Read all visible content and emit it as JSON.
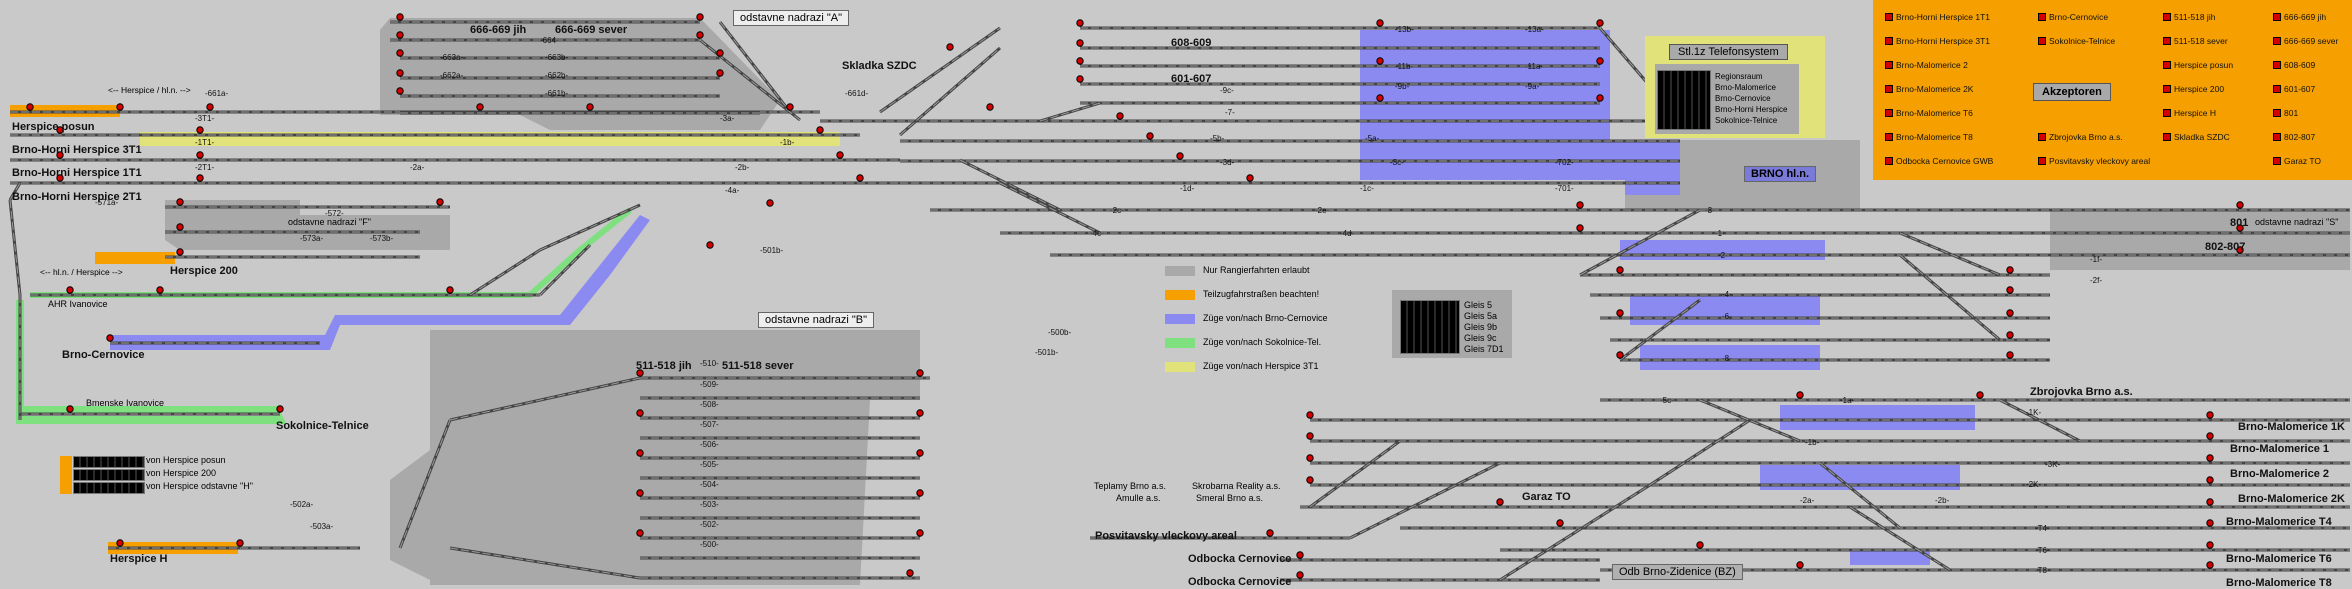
{
  "colors": {
    "background": "#c9c9c9",
    "rangier_gray": "#a9a9a9",
    "teilzug_orange": "#f5a000",
    "cernovice_blue": "#8a8af0",
    "sokolnice_green": "#7ee07e",
    "herspice_yellow": "#e2e27a",
    "akzeptoren_orange": "#f5a000",
    "track": "#444444",
    "signal_red": "#d40000"
  },
  "areas": {
    "odstavne_a": "odstavne nadrazi \"A\"",
    "odstavne_b": "odstavne nadrazi \"B\"",
    "odstavne_f": "odstavne nadrazi \"F\"",
    "odstavne_s": "odstavne nadrazi \"S\"",
    "brno_hln": "BRNO hl.n.",
    "odb_zidenice": "Odb Brno-Zidenice (BZ)"
  },
  "stations": {
    "herspice_posun": "Herspice posun",
    "herspice_3t1": "Brno-Horni Herspice 3T1",
    "herspice_1t1": "Brno-Horni Herspice 1T1",
    "herspice_2t1": "Brno-Horni Herspice 2T1",
    "herspice_200": "Herspice 200",
    "ahr_ivanovice": "AHR Ivanovice",
    "brno_cernovice": "Brno-Cernovice",
    "bmenske_ivanovice": "Bmenske Ivanovice",
    "sokolnice_telnice": "Sokolnice-Telnice",
    "herspice_h": "Herspice H",
    "skladka_szdc": "Skladka SZDC",
    "zbrojovka": "Zbrojovka Brno a.s.",
    "malomerice_1k": "Brno-Malomerice 1K",
    "malomerice_1": "Brno-Malomerice 1",
    "malomerice_2": "Brno-Malomerice 2",
    "malomerice_2k": "Brno-Malomerice 2K",
    "malomerice_t4": "Brno-Malomerice T4",
    "malomerice_t6": "Brno-Malomerice T6",
    "malomerice_t8": "Brno-Malomerice T8",
    "garaz_to": "Garaz TO",
    "posvitavsky": "Posvitavsky vleckovy areal",
    "odbocka_1": "Odbocka Cernovice",
    "odbocka_2": "Odbocka Cernovice",
    "teplamy": "Teplamy Brno a.s.",
    "amulle": "Amulle a.s.",
    "skrobarna": "Skrobarna Reality a.s.",
    "smeral": "Smeral Brno a.s."
  },
  "groups": {
    "g666_jih": "666-669 jih",
    "g666_sever": "666-669 sever",
    "g511_jih": "511-518 jih",
    "g511_sever": "511-518 sever",
    "g608": "608-609",
    "g601": "601-607",
    "g802": "802-807",
    "g801": "801"
  },
  "small_labels": {
    "herspice_hln_top": "<-- Herspice / hl.n. -->",
    "hln_herspice": "<-- hl.n. / Herspice -->"
  },
  "herspice_buttons": [
    "von Herspice posun",
    "von Herspice 200",
    "von Herspice odstavne \"H\""
  ],
  "track_numbers": {
    "t_664": "-664-",
    "t_663b": "-663b-",
    "t_663a": "-663a-",
    "t_662b": "-662b-",
    "t_662a": "-662a-",
    "t_661b": "-661b-",
    "t_661a": "-661a-",
    "t_661d": "-661d-",
    "t_3T1": "-3T1-",
    "t_1T1": "-1T1-",
    "t_2T1": "-2T1-",
    "t_3a": "-3a-",
    "t_1b": "-1b-",
    "t_2a": "-2a-",
    "t_2b": "-2b-",
    "t_4a": "-4a-",
    "t_571a": "-571a-",
    "t_572": "-572-",
    "t_573a": "-573a-",
    "t_573b": "-573b-",
    "t_501b": "-501b-",
    "t_510": "-510-",
    "t_509": "-509-",
    "t_508": "-508-",
    "t_507": "-507-",
    "t_506": "-506-",
    "t_505": "-505-",
    "t_504": "-504-",
    "t_503": "-503-",
    "t_502": "-502-",
    "t_500": "-500-",
    "t_502a": "-502a-",
    "t_503a": "-503a-",
    "t_500b": "-500b-",
    "t_501ba": "-501b-",
    "t_13b": "-13b-",
    "t_13a": "-13a-",
    "t_11b": "-11b-",
    "t_11a": "-11a-",
    "t_9b": "-9b-",
    "t_9a": "-9a-",
    "t_7": "-7-",
    "t_5b": "-5b-",
    "t_5a": "-5a-",
    "t_3d": "-3d-",
    "t_3c": "-3c-",
    "t_1d": "-1d-",
    "t_1c": "-1c-",
    "t_2c": "-2c-",
    "t_2e": "-2e-",
    "t_4c": "-4c-",
    "t_4d": "-4d-",
    "t_702": "-702-",
    "t_701": "-701-",
    "t_3": "-3-",
    "t_1": "-1-",
    "t_2": "-2-",
    "t_4": "-4-",
    "t_6": "-6-",
    "t_8": "-8-",
    "t_1a": "-1a-",
    "t_1K": "-1K-",
    "t_2K": "-2K-",
    "t_3K": "-3K-",
    "t_2a_r": "-2a-",
    "t_2b_r": "-2b-",
    "t_1b_r": "-1b-",
    "t_T4": "-T4-",
    "t_T6": "-T6-",
    "t_T8": "-T8-",
    "t_5c": "-5c-",
    "t_1f": "-1f-",
    "t_2f": "-2f-",
    "t_9c": "-9c-"
  },
  "legend": {
    "items": [
      {
        "label": "Nur Rangierfahrten erlaubt",
        "color": "#a9a9a9"
      },
      {
        "label": "Teilzugfahrstraßen beachten!",
        "color": "#f5a000"
      },
      {
        "label": "Züge von/nach Brno-Cernovice",
        "color": "#8a8af0"
      },
      {
        "label": "Züge von/nach Sokolnice-Tel.",
        "color": "#7ee07e"
      },
      {
        "label": "Züge von/nach Herspice 3T1",
        "color": "#e2e27a"
      }
    ]
  },
  "gleise_panel": {
    "items": [
      "Gleis 5",
      "Gleis 5a",
      "Gleis 9b",
      "Gleis 9c",
      "Gleis 7D1"
    ]
  },
  "telefon_panel": {
    "title": "Stl.1z Telefonsystem",
    "items": [
      "Regionsraum",
      "Brno-Malomerice",
      "Brno-Cernovice",
      "Brno-Horni Herspice",
      "Sokolnice-Telnice"
    ]
  },
  "akzeptoren": {
    "title": "Akzeptoren",
    "col1": [
      "Brno-Horni Herspice 1T1",
      "Brno-Horni Herspice 3T1",
      "Brno-Malomerice 2",
      "Brno-Malomerice 2K",
      "Brno-Malomerice T6",
      "Brno-Malomerice T8",
      "Odbocka Cernovice GWB"
    ],
    "col2": [
      "Brno-Cernovice",
      "Sokolnice-Telnice",
      "Zbrojovka Brno a.s.",
      "Posvitavsky vleckovy areal"
    ],
    "col3": [
      "511-518 jih",
      "511-518 sever",
      "Herspice posun",
      "Herspice 200",
      "Herspice H",
      "Skladka SZDC"
    ],
    "col4": [
      "666-669 jih",
      "666-669 sever",
      "608-609",
      "601-607",
      "801",
      "802-807",
      "Garaz TO"
    ]
  }
}
